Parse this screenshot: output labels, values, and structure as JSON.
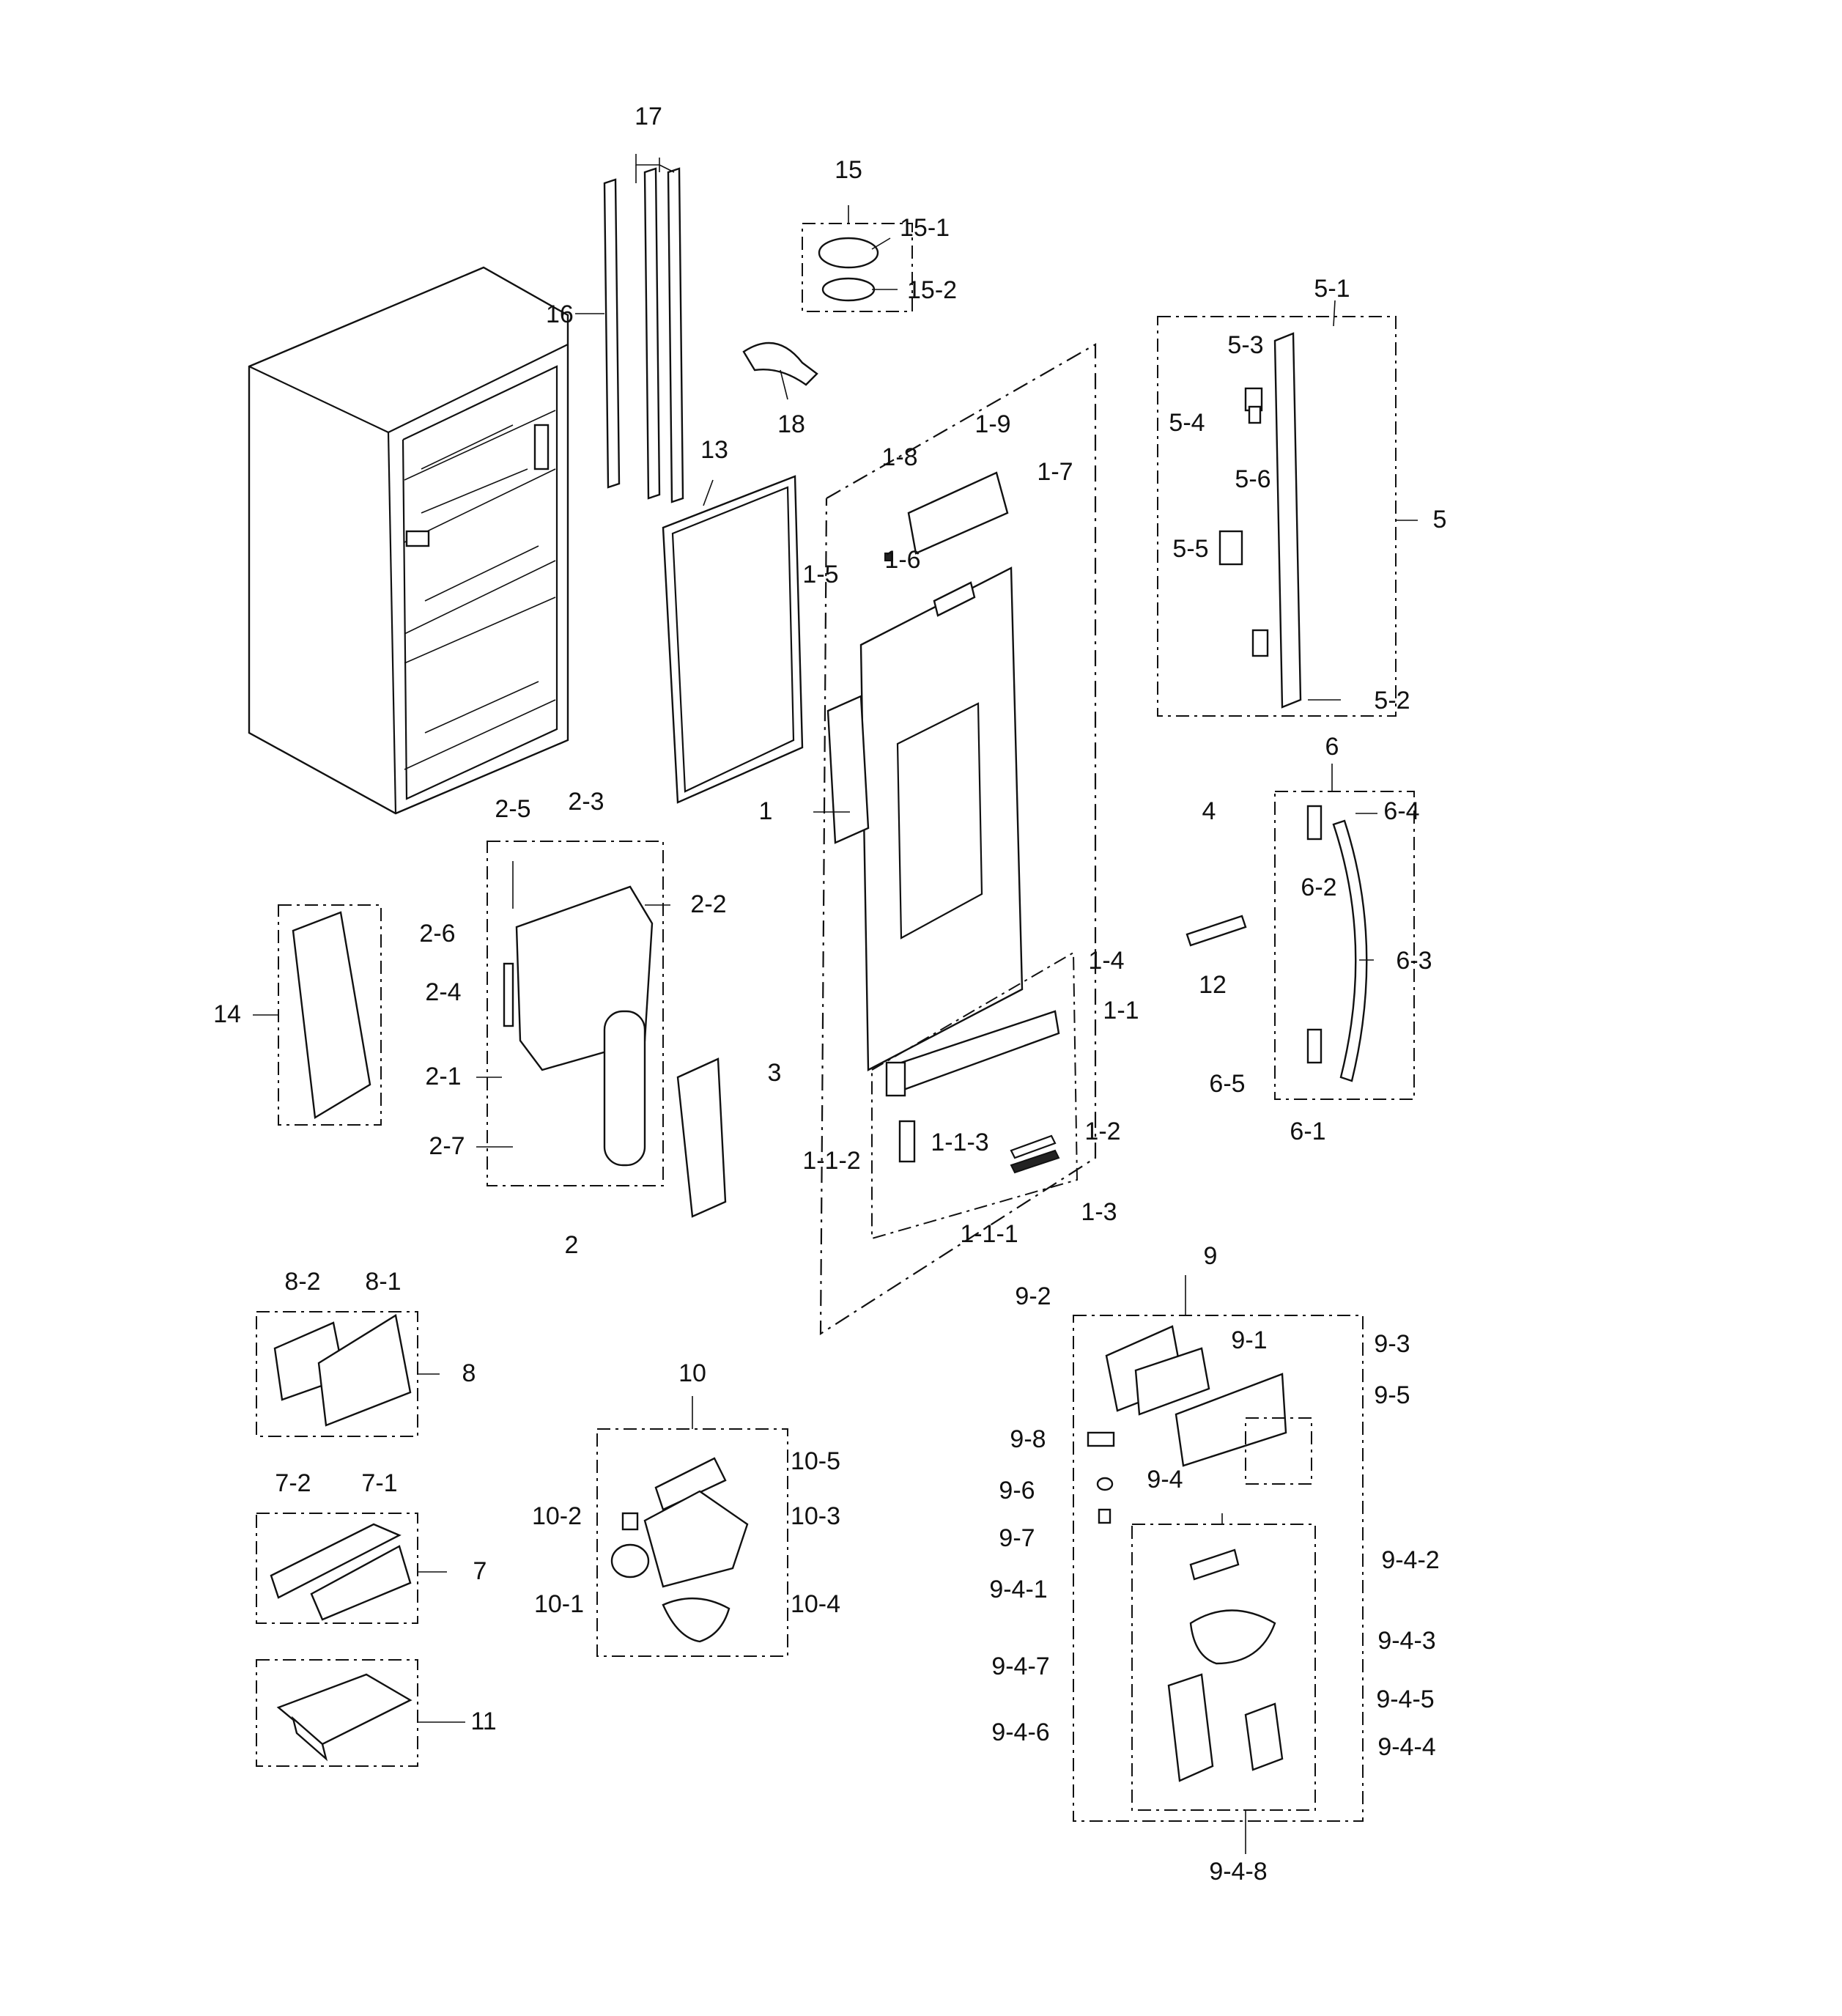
{
  "labels": [
    {
      "id": "17",
      "text": "17"
    },
    {
      "id": "15",
      "text": "15"
    },
    {
      "id": "15-1",
      "text": "15-1"
    },
    {
      "id": "15-2",
      "text": "15-2"
    },
    {
      "id": "16",
      "text": "16"
    },
    {
      "id": "18",
      "text": "18"
    },
    {
      "id": "13",
      "text": "13"
    },
    {
      "id": "5-1",
      "text": "5-1"
    },
    {
      "id": "5-3",
      "text": "5-3"
    },
    {
      "id": "5-4",
      "text": "5-4"
    },
    {
      "id": "5-6",
      "text": "5-6"
    },
    {
      "id": "5-5",
      "text": "5-5"
    },
    {
      "id": "5",
      "text": "5"
    },
    {
      "id": "5-2",
      "text": "5-2"
    },
    {
      "id": "1-8",
      "text": "1-8"
    },
    {
      "id": "1-9",
      "text": "1-9"
    },
    {
      "id": "1-7",
      "text": "1-7"
    },
    {
      "id": "1-6",
      "text": "1-6"
    },
    {
      "id": "1-5",
      "text": "1-5"
    },
    {
      "id": "1",
      "text": "1"
    },
    {
      "id": "6",
      "text": "6"
    },
    {
      "id": "4",
      "text": "4"
    },
    {
      "id": "6-4",
      "text": "6-4"
    },
    {
      "id": "6-2",
      "text": "6-2"
    },
    {
      "id": "6-3",
      "text": "6-3"
    },
    {
      "id": "12",
      "text": "12"
    },
    {
      "id": "6-5",
      "text": "6-5"
    },
    {
      "id": "6-1",
      "text": "6-1"
    },
    {
      "id": "2-5",
      "text": "2-5"
    },
    {
      "id": "2-3",
      "text": "2-3"
    },
    {
      "id": "2-2",
      "text": "2-2"
    },
    {
      "id": "2-6",
      "text": "2-6"
    },
    {
      "id": "2-4",
      "text": "2-4"
    },
    {
      "id": "14",
      "text": "14"
    },
    {
      "id": "2-1",
      "text": "2-1"
    },
    {
      "id": "2-7",
      "text": "2-7"
    },
    {
      "id": "3",
      "text": "3"
    },
    {
      "id": "2",
      "text": "2"
    },
    {
      "id": "1-4",
      "text": "1-4"
    },
    {
      "id": "1-1",
      "text": "1-1"
    },
    {
      "id": "1-1-3",
      "text": "1-1-3"
    },
    {
      "id": "1-2",
      "text": "1-2"
    },
    {
      "id": "1-1-2",
      "text": "1-1-2"
    },
    {
      "id": "1-1-1",
      "text": "1-1-1"
    },
    {
      "id": "1-3",
      "text": "1-3"
    },
    {
      "id": "9",
      "text": "9"
    },
    {
      "id": "8-2",
      "text": "8-2"
    },
    {
      "id": "8-1",
      "text": "8-1"
    },
    {
      "id": "8",
      "text": "8"
    },
    {
      "id": "10",
      "text": "10"
    },
    {
      "id": "9-2",
      "text": "9-2"
    },
    {
      "id": "9-1",
      "text": "9-1"
    },
    {
      "id": "9-3",
      "text": "9-3"
    },
    {
      "id": "9-5",
      "text": "9-5"
    },
    {
      "id": "10-5",
      "text": "10-5"
    },
    {
      "id": "9-8",
      "text": "9-8"
    },
    {
      "id": "9-6",
      "text": "9-6"
    },
    {
      "id": "9-4",
      "text": "9-4"
    },
    {
      "id": "7-2",
      "text": "7-2"
    },
    {
      "id": "7-1",
      "text": "7-1"
    },
    {
      "id": "10-2",
      "text": "10-2"
    },
    {
      "id": "10-3",
      "text": "10-3"
    },
    {
      "id": "9-7",
      "text": "9-7"
    },
    {
      "id": "7",
      "text": "7"
    },
    {
      "id": "9-4-2",
      "text": "9-4-2"
    },
    {
      "id": "10-1",
      "text": "10-1"
    },
    {
      "id": "9-4-1",
      "text": "9-4-1"
    },
    {
      "id": "10-4",
      "text": "10-4"
    },
    {
      "id": "9-4-3",
      "text": "9-4-3"
    },
    {
      "id": "9-4-7",
      "text": "9-4-7"
    },
    {
      "id": "11",
      "text": "11"
    },
    {
      "id": "9-4-5",
      "text": "9-4-5"
    },
    {
      "id": "9-4-6",
      "text": "9-4-6"
    },
    {
      "id": "9-4-4",
      "text": "9-4-4"
    },
    {
      "id": "9-4-8",
      "text": "9-4-8"
    }
  ]
}
